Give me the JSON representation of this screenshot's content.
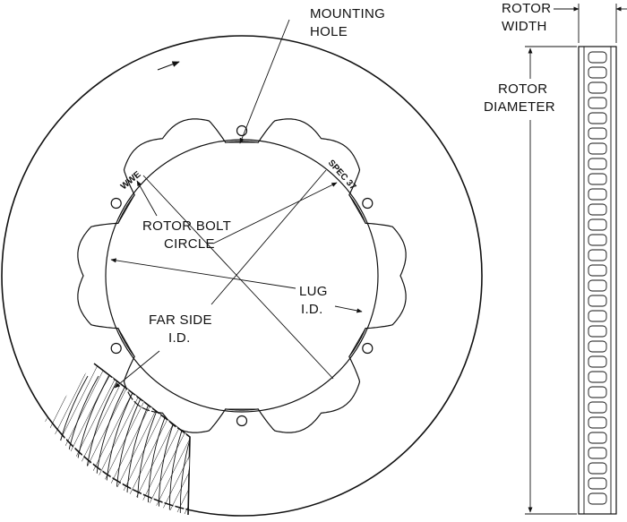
{
  "labels": {
    "mounting_hole_1": "MOUNTING",
    "mounting_hole_2": "HOLE",
    "bolt_circle_1": "ROTOR BOLT",
    "bolt_circle_2": "CIRCLE",
    "lug_id_1": "LUG",
    "lug_id_2": "I.D.",
    "far_side_1": "FAR SIDE",
    "far_side_2": "I.D.",
    "rotor_width_1": "ROTOR",
    "rotor_width_2": "WIDTH",
    "rotor_diameter_1": "ROTOR",
    "rotor_diameter_2": "DIAMETER",
    "stamp_left": "WWE",
    "stamp_right": "SPEC 37"
  },
  "colors": {
    "line": "#111111",
    "background": "#ffffff"
  },
  "icons": {
    "rotation": "rotation-arrow-icon"
  }
}
